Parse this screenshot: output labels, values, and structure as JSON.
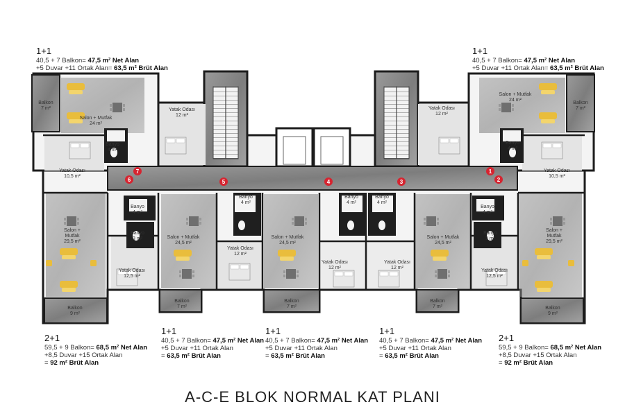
{
  "units": [
    {
      "type": "1+1",
      "l1a": "40,5 + 7 Balkon= ",
      "l1b": "47,5 m² Net Alan",
      "l2a": "+5 Duvar +11 Ortak Alan= ",
      "l2b": "63,5 m² Brüt Alan"
    },
    {
      "type": "1+1",
      "l1a": "40,5 + 7 Balkon= ",
      "l1b": "47,5 m² Net Alan",
      "l2a": "+5 Duvar +11 Ortak Alan= ",
      "l2b": "63,5 m² Brüt Alan"
    },
    {
      "type": "2+1",
      "l1a": "59,5 + 9 Balkon= ",
      "l1b": "68,5 m² Net Alan",
      "l2a": "+8,5 Duvar +15 Ortak Alan",
      "l3a": "= ",
      "l3b": "92 m² Brüt Alan"
    },
    {
      "type": "1+1",
      "l1a": "40,5 + 7 Balkon= ",
      "l1b": "47,5 m² Net Alan",
      "l2a": "+5 Duvar +11 Ortak Alan",
      "l3a": "= ",
      "l3b": "63,5 m² Brüt Alan"
    },
    {
      "type": "1+1",
      "l1a": "40,5 + 7 Balkon= ",
      "l1b": "47,5 m² Net Alan",
      "l2a": "+5 Duvar +11 Ortak Alan",
      "l3a": "= ",
      "l3b": "63,5 m² Brüt Alan"
    },
    {
      "type": "1+1",
      "l1a": "40,5 + 7 Balkon= ",
      "l1b": "47,5 m² Net Alan",
      "l2a": "+5 Duvar +11 Ortak Alan",
      "l3a": "= ",
      "l3b": "63,5 m² Brüt Alan"
    },
    {
      "type": "2+1",
      "l1a": "59,5 + 9 Balkon= ",
      "l1b": "68,5 m² Net Alan",
      "l2a": "+8,5 Duvar +15 Ortak Alan",
      "l3a": "= ",
      "l3b": "92 m² Brüt Alan"
    }
  ],
  "rooms": {
    "balkon7": "Balkon",
    "balkon7a": "7 m²",
    "salon24": "Salon + Mutfak",
    "salon24a": "24 m²",
    "yatak12": "Yatak Odası",
    "yatak12a": "12 m²",
    "banyo4": "Banyo",
    "banyo4a": "4 m²",
    "yatak105": "Yatak Odası",
    "yatak105a": "10,5 m²",
    "salon295a": "Salon +",
    "salon295b": "Mutfak",
    "salon295c": "29,5 m²",
    "yatak125": "Yatak Odası",
    "yatak125a": "12,5 m²",
    "balkon9": "Balkon",
    "balkon9a": "9 m²",
    "salon245": "Salon + Mutfak",
    "salon245a": "24,5 m²",
    "banyo3": "Banyo",
    "banyo3a": "3 m²"
  },
  "markers": [
    "1",
    "2",
    "3",
    "4",
    "5",
    "6",
    "7"
  ],
  "title": "A-C-E BLOK NORMAL KAT PLANI",
  "colors": {
    "stone": "#8f8f8f",
    "wall": "#1c1c1c",
    "floor": "#f4f4f4",
    "sofa": "#e9bd3c",
    "marker": "#d62430"
  }
}
